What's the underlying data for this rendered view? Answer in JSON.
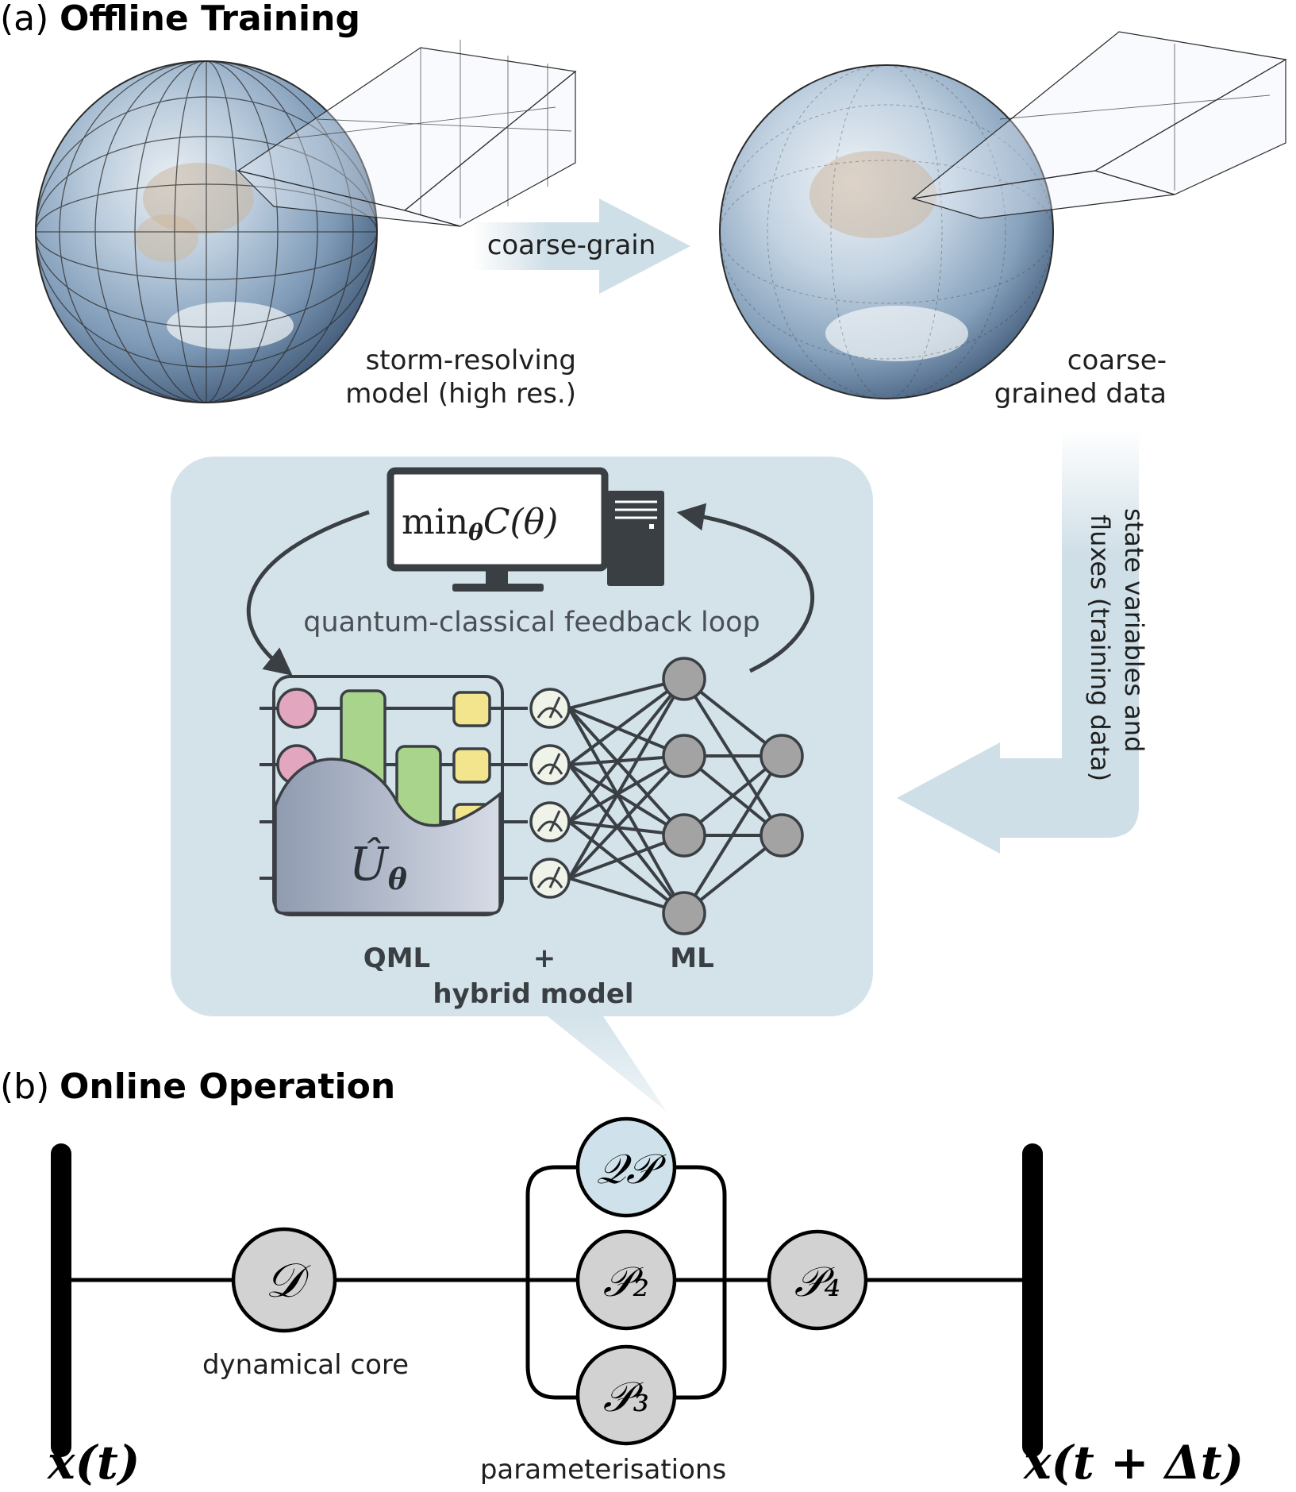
{
  "panel_a": {
    "label": "(a)",
    "title": "Offline Training",
    "arrow_label": "coarse-grain",
    "globe_left_caption": [
      "storm-resolving",
      "model (high res.)"
    ],
    "globe_right_caption": [
      "coarse-",
      "grained data"
    ],
    "vertical_label": [
      "state variables and",
      "fluxes (training data)"
    ],
    "monitor_formula": "min",
    "monitor_formula_sub": "θ",
    "monitor_formula_rest": "C(θ)",
    "loop_label": "quantum-classical feedback loop",
    "unitary": "Û",
    "unitary_sub": "θ",
    "qml_label": "QML",
    "plus_label": "+",
    "ml_label": "ML",
    "hybrid_label": "hybrid model"
  },
  "panel_b": {
    "label": "(b)",
    "title": "Online Operation",
    "state_start": "x(t)",
    "state_end": "x(t + Δt)",
    "dyn_node": "𝒟",
    "dyn_caption": "dynamical core",
    "qp_node": "𝒬𝒫",
    "p2_node": "𝒫₂",
    "p3_node": "𝒫₃",
    "p4_node": "𝒫₄",
    "param_caption": "parameterisations"
  },
  "colors": {
    "panel_bg": "#d4e3ea",
    "arrow_fill": "#cfdfe7",
    "node_grey": "#d2d2d2",
    "qp_blue": "#cfe2ec",
    "pink_gate": "#e2a6bf",
    "green_gate": "#a9d48b",
    "yellow_gate": "#f3e58d",
    "dark": "#3a3f44"
  }
}
